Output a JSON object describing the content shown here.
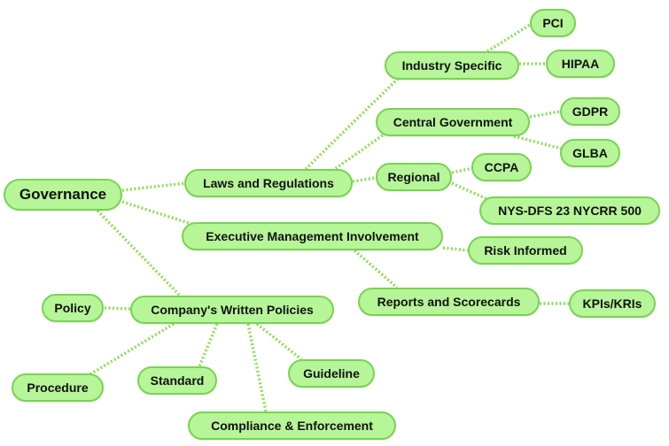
{
  "diagram": {
    "theme": {
      "node_fill": "#b6f598",
      "node_border": "#79d353",
      "link_color": "#8ede5a"
    },
    "nodes": {
      "governance": "Governance",
      "laws": "Laws and Regulations",
      "industry": "Industry Specific",
      "pci": "PCI",
      "hipaa": "HIPAA",
      "central": "Central Government",
      "gdpr": "GDPR",
      "glba": "GLBA",
      "regional": "Regional",
      "ccpa": "CCPA",
      "nysdfs": "NYS-DFS 23 NYCRR 500",
      "exec": "Executive Management Involvement",
      "risk": "Risk Informed",
      "reports": "Reports and Scorecards",
      "kpis": "KPIs/KRIs",
      "policies": "Company's Written Policies",
      "policy": "Policy",
      "procedure": "Procedure",
      "standard": "Standard",
      "guideline": "Guideline",
      "compliance": "Compliance & Enforcement"
    },
    "links": [
      [
        "governance",
        "laws"
      ],
      [
        "governance",
        "exec"
      ],
      [
        "governance",
        "policies"
      ],
      [
        "laws",
        "industry"
      ],
      [
        "laws",
        "central"
      ],
      [
        "laws",
        "regional"
      ],
      [
        "industry",
        "pci"
      ],
      [
        "industry",
        "hipaa"
      ],
      [
        "central",
        "gdpr"
      ],
      [
        "central",
        "glba"
      ],
      [
        "regional",
        "ccpa"
      ],
      [
        "regional",
        "nysdfs"
      ],
      [
        "exec",
        "risk"
      ],
      [
        "exec",
        "reports"
      ],
      [
        "reports",
        "kpis"
      ],
      [
        "policies",
        "policy"
      ],
      [
        "policies",
        "procedure"
      ],
      [
        "policies",
        "standard"
      ],
      [
        "policies",
        "guideline"
      ],
      [
        "policies",
        "compliance"
      ]
    ]
  }
}
